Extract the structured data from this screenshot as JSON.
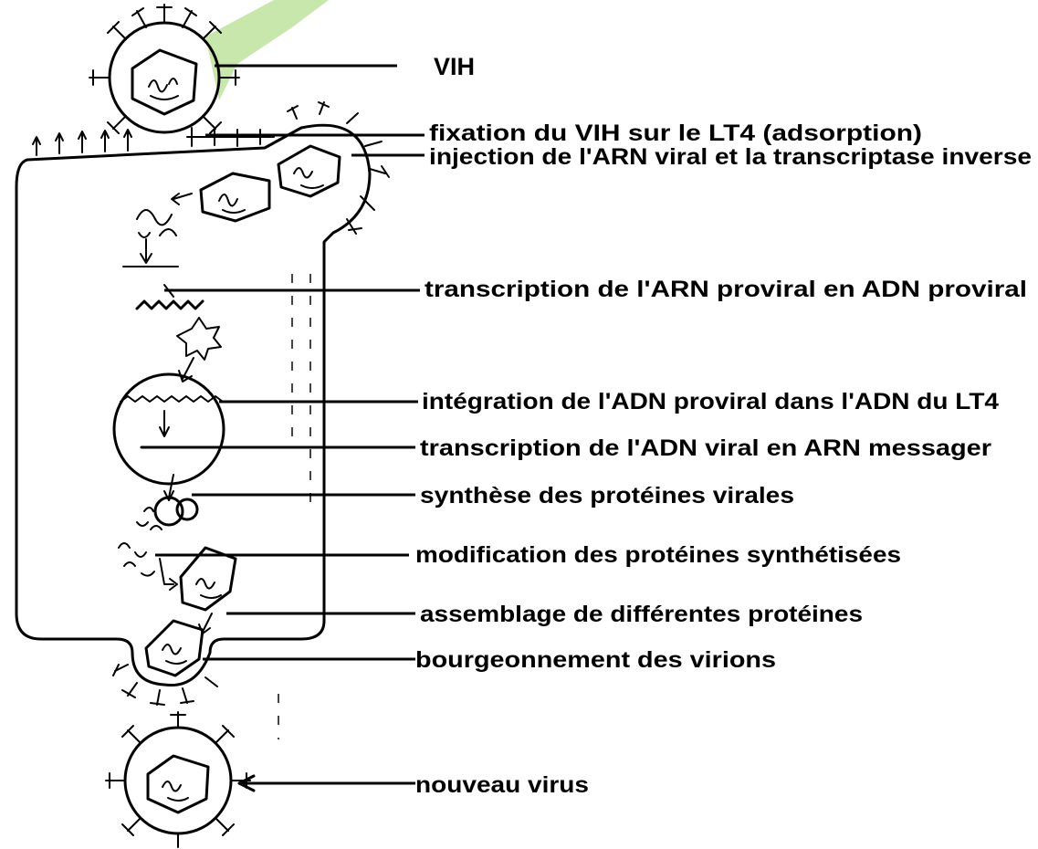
{
  "labels": {
    "vih": "VIH",
    "fixation": "fixation du VIH sur le LT4 (adsorption)",
    "injection": "injection de l'ARN viral et la transcriptase inverse",
    "transcription_arn_adn": "transcription de l'ARN proviral en ADN proviral",
    "integration": "intégration de  l'ADN proviral dans l'ADN du LT4",
    "transcription_adn_arnm": "transcription de l'ADN viral en ARN messager",
    "synthese": "synthèse des protéines virales",
    "modification": "modification des protéines synthétisées",
    "assemblage": "assemblage de différentes protéines",
    "bourgeonnement": "bourgeonnement  des virions",
    "nouveau_virus": "nouveau virus"
  },
  "colors": {
    "ink": "#000000",
    "watermark": "#9bd46a",
    "background": "#ffffff"
  }
}
